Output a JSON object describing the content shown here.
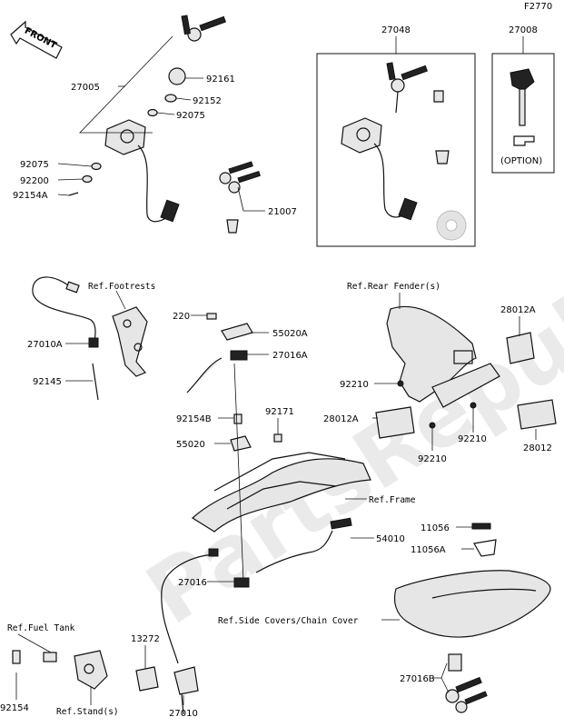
{
  "figure_code": "F2770",
  "front_label": "FRONT",
  "watermark": "PartsRepublik",
  "option_label": "(OPTION)",
  "labels": {
    "p27048": "27048",
    "p27008": "27008",
    "p27005": "27005",
    "p92161": "92161",
    "p92152": "92152",
    "p92075a": "92075",
    "p92075b": "92075",
    "p92200": "92200",
    "p92154A": "92154A",
    "p21007": "21007",
    "ref_footrests": "Ref.Footrests",
    "p27010A": "27010A",
    "p92145": "92145",
    "p220": "220",
    "p55020A": "55020A",
    "p27016A": "27016A",
    "p92154B": "92154B",
    "p92171": "92171",
    "p55020": "55020",
    "ref_rear_fender": "Ref.Rear Fender(s)",
    "p28012A_top": "28012A",
    "p92210a": "92210",
    "p28012A_left": "28012A",
    "p92210b": "92210",
    "p92210c": "92210",
    "p28012": "28012",
    "ref_frame": "Ref.Frame",
    "p11056": "11056",
    "p11056A": "11056A",
    "p54010": "54010",
    "p27016": "27016",
    "ref_side_covers": "Ref.Side Covers/Chain Cover",
    "ref_fuel_tank": "Ref.Fuel Tank",
    "p13272": "13272",
    "p92154": "92154",
    "ref_stands": "Ref.Stand(s)",
    "p27010": "27010",
    "p27016B": "27016B"
  }
}
